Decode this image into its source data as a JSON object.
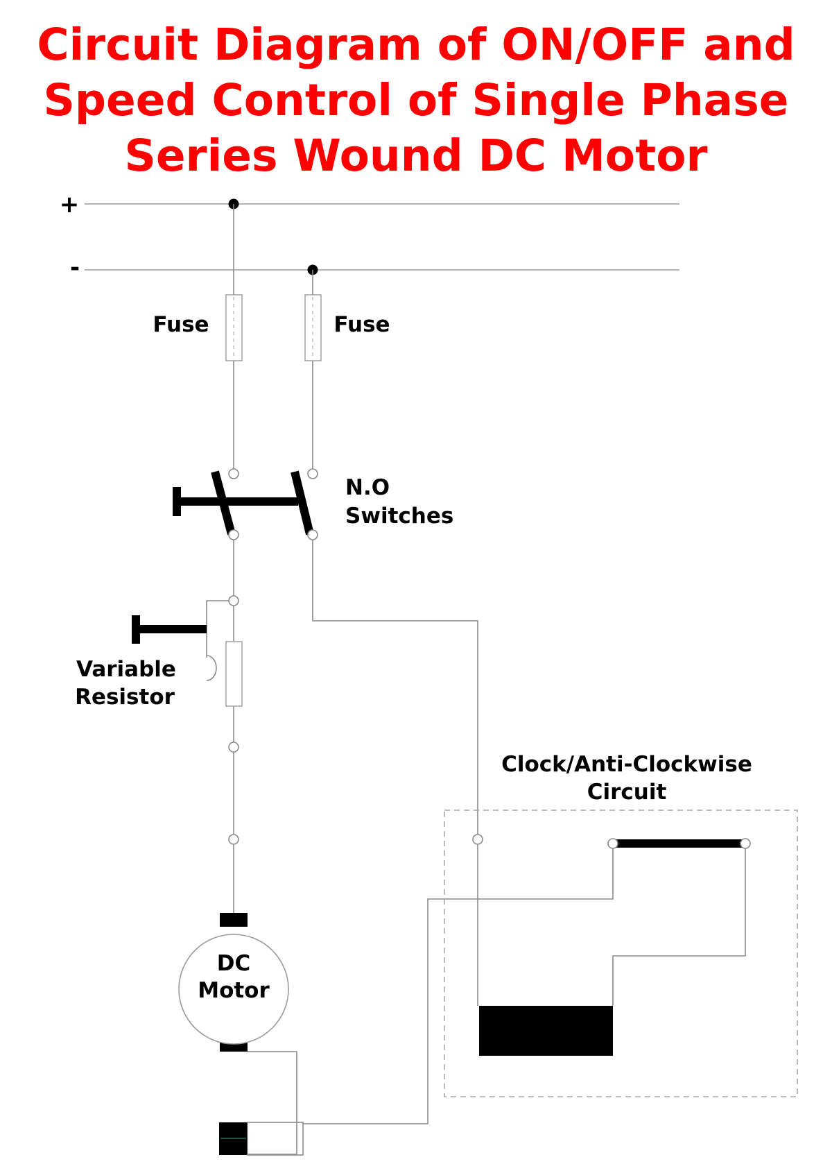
{
  "title": {
    "lines": [
      "Circuit Diagram of ON/OFF and",
      "Speed Control of Single Phase",
      "Series Wound DC Motor"
    ]
  },
  "rails": {
    "positive_label": "+",
    "negative_label": "-"
  },
  "labels": {
    "fuse_left": "Fuse",
    "fuse_right": "Fuse",
    "switches_line1": "N.O",
    "switches_line2": "Switches",
    "resistor_line1": "Variable",
    "resistor_line2": "Resistor",
    "reverse_line1": "Clock/Anti-Clockwise",
    "reverse_line2": "Circuit",
    "motor_line1": "DC",
    "motor_line2": "Motor"
  },
  "colors": {
    "title": "#ff0000",
    "wire": "#8a8a8a",
    "component_fill": "#000000"
  }
}
